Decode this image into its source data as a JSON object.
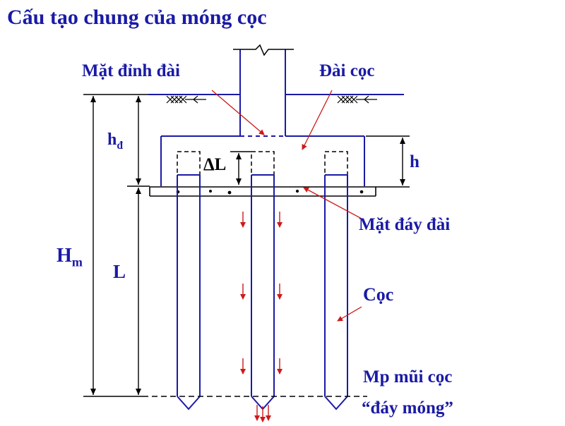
{
  "title": "Cấu tạo chung của móng cọc",
  "labels": {
    "cap_top": "Mặt đỉnh đài",
    "pile_cap": "Đài cọc",
    "cap_bottom": "Mặt đáy đài",
    "pile": "Cọc",
    "tip_plane": "Mp mũi cọc",
    "foundation_bottom": "“đáy móng”"
  },
  "dimensions": {
    "hd_main": "h",
    "hd_sub": "đ",
    "delta_l": "ΔL",
    "h": "h",
    "hm_main": "H",
    "hm_sub": "m",
    "l": "L"
  },
  "colors": {
    "structure": "#1a1aa6",
    "dimension": "#000000",
    "leader": "#cc1a1a"
  }
}
